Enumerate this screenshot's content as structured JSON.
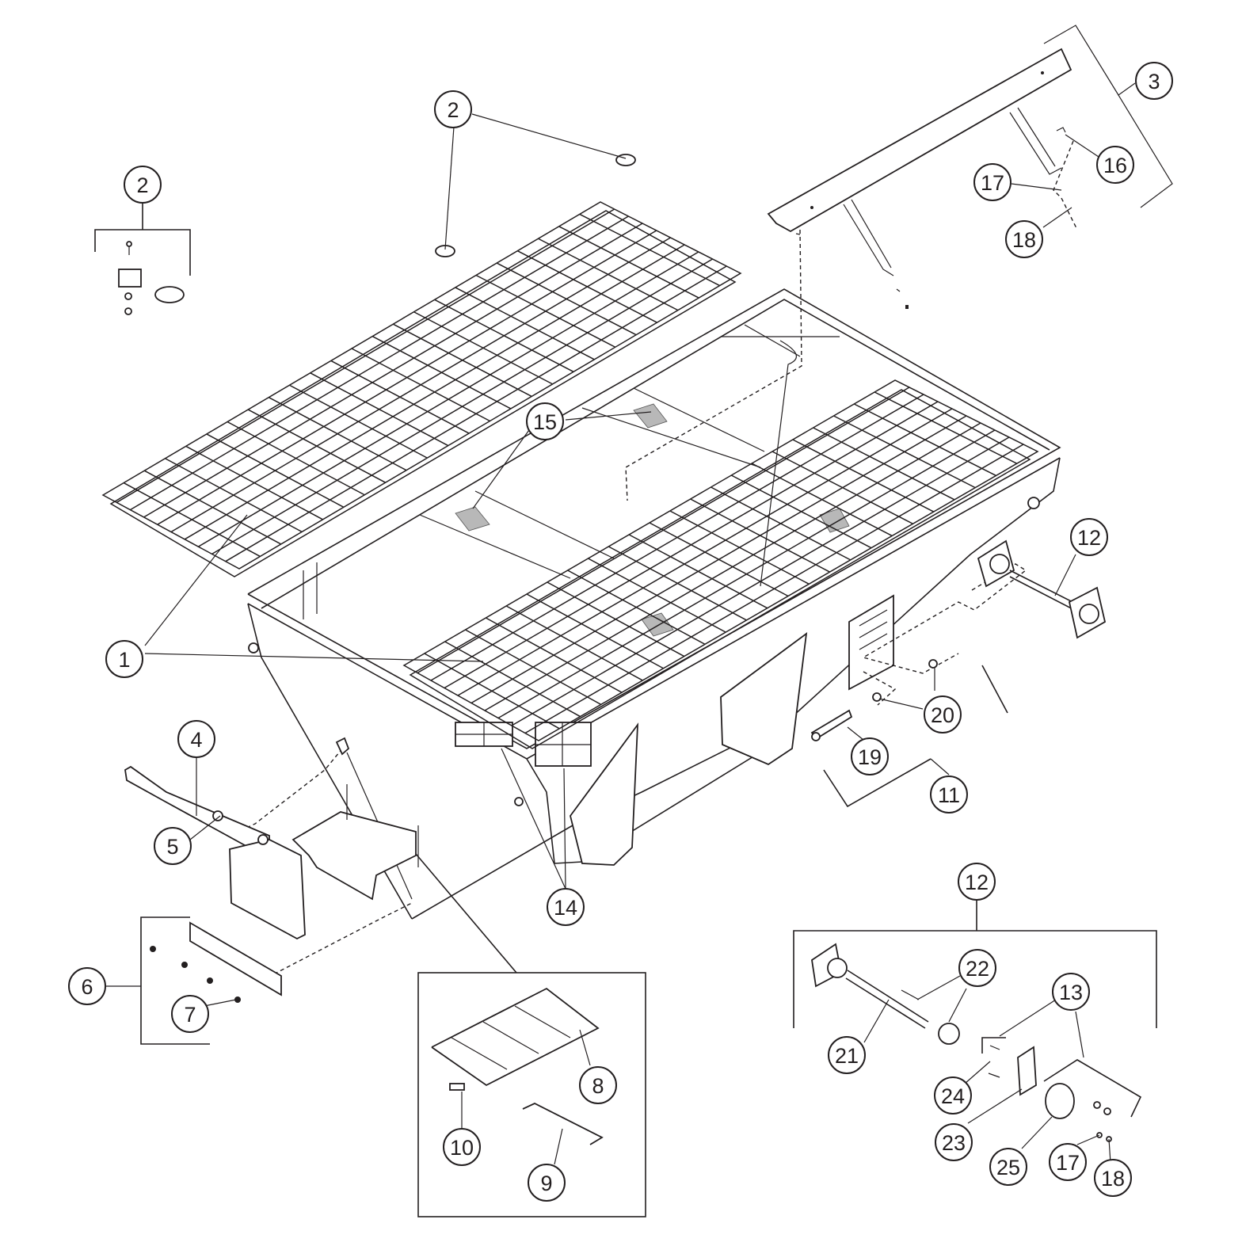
{
  "diagram": {
    "callouts": [
      {
        "id": "c1a",
        "label": "1"
      },
      {
        "id": "c2a",
        "label": "2"
      },
      {
        "id": "c2b",
        "label": "2"
      },
      {
        "id": "c3",
        "label": "3"
      },
      {
        "id": "c4",
        "label": "4"
      },
      {
        "id": "c5",
        "label": "5"
      },
      {
        "id": "c6",
        "label": "6"
      },
      {
        "id": "c7",
        "label": "7"
      },
      {
        "id": "c8",
        "label": "8"
      },
      {
        "id": "c9",
        "label": "9"
      },
      {
        "id": "c10",
        "label": "10"
      },
      {
        "id": "c11",
        "label": "11"
      },
      {
        "id": "c12a",
        "label": "12"
      },
      {
        "id": "c12b",
        "label": "12"
      },
      {
        "id": "c13",
        "label": "13"
      },
      {
        "id": "c14",
        "label": "14"
      },
      {
        "id": "c15",
        "label": "15"
      },
      {
        "id": "c16",
        "label": "16"
      },
      {
        "id": "c17a",
        "label": "17"
      },
      {
        "id": "c17b",
        "label": "17"
      },
      {
        "id": "c18a",
        "label": "18"
      },
      {
        "id": "c18b",
        "label": "18"
      },
      {
        "id": "c19",
        "label": "19"
      },
      {
        "id": "c20",
        "label": "20"
      },
      {
        "id": "c21",
        "label": "21"
      },
      {
        "id": "c22",
        "label": "22"
      },
      {
        "id": "c23",
        "label": "23"
      },
      {
        "id": "c24",
        "label": "24"
      },
      {
        "id": "c25",
        "label": "25"
      }
    ]
  }
}
